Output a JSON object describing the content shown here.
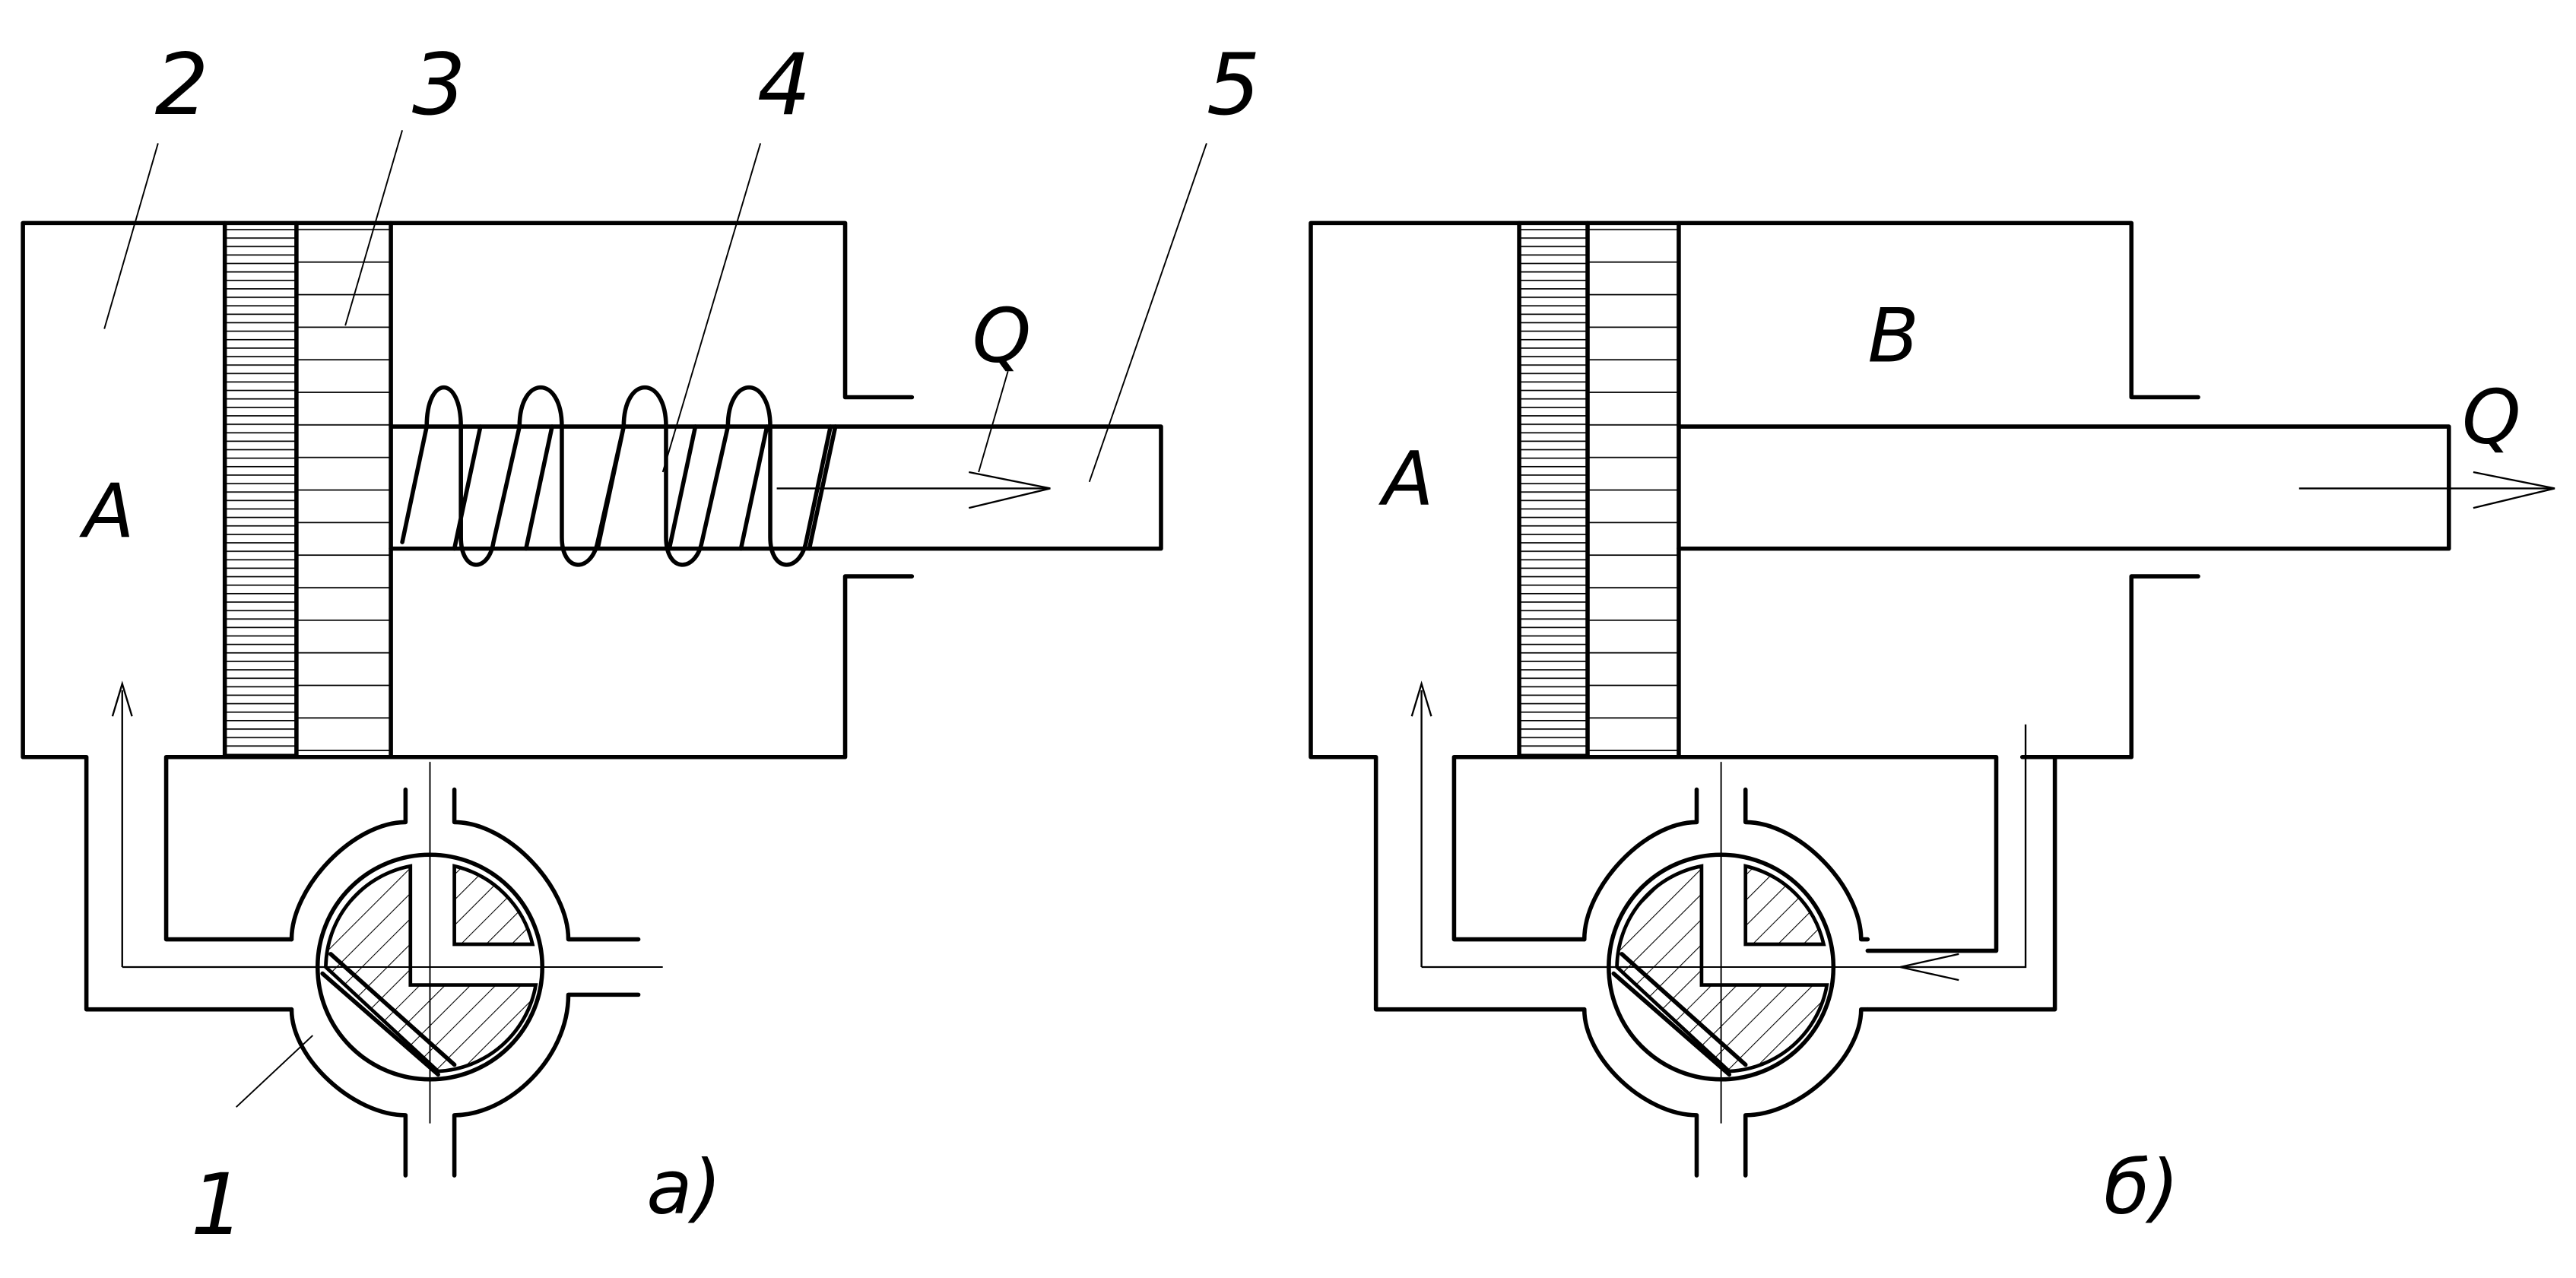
{
  "panel_a": {
    "caption": "a)",
    "chamber_a_label": "A",
    "flow_label": "Q",
    "callouts": [
      "1",
      "2",
      "3",
      "4",
      "5"
    ]
  },
  "panel_b": {
    "caption": "б)",
    "chamber_a_label": "A",
    "chamber_b_label": "B",
    "flow_label": "Q"
  },
  "colors": {
    "line": "#000000",
    "background": "#ffffff"
  }
}
